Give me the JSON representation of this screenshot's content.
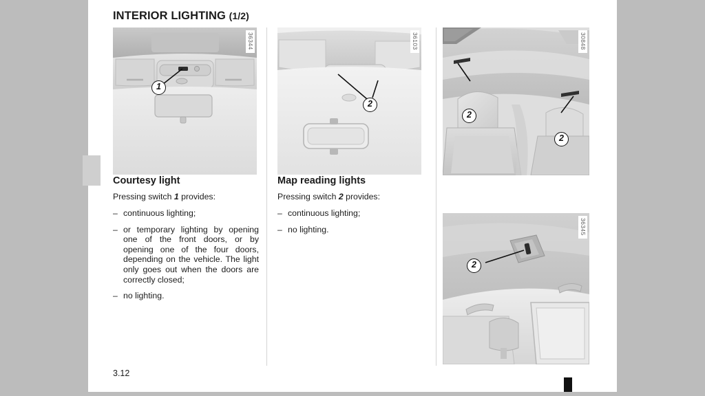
{
  "document": {
    "title_main": "INTERIOR LIGHTING",
    "title_part": "(1/2)",
    "page_number": "3.12"
  },
  "figures": [
    {
      "name": "overhead-console-courtesy-light",
      "code": "36344",
      "callouts": [
        "1"
      ],
      "caption_alt": "Overhead console with courtesy light switch 1"
    },
    {
      "name": "overhead-console-map-reading-lights",
      "code": "36103",
      "callouts": [
        "2",
        "2"
      ],
      "caption_alt": "Overhead console with map reading light switches 2 and rear view mirror"
    },
    {
      "name": "rear-cabin-reading-lights",
      "code": "30848",
      "callouts": [
        "2",
        "2"
      ],
      "caption_alt": "Rear cabin headlining with reading lights 2"
    },
    {
      "name": "rear-corner-reading-light",
      "code": "36345",
      "callouts": [
        "2"
      ],
      "caption_alt": "Rear corner headlining with reading light 2"
    }
  ],
  "sections": [
    {
      "heading": "Courtesy light",
      "lead_before": "Pressing switch ",
      "lead_emphasis": "1",
      "lead_after": " provides:",
      "items": [
        "continuous lighting;",
        "or temporary lighting by opening one of the front doors, or by opening one of the four doors, depending on the vehicle. The light only goes out when the doors are correctly closed;",
        "no lighting."
      ],
      "dash": "–"
    },
    {
      "heading": "Map reading lights",
      "lead_before": "Pressing switch ",
      "lead_emphasis": "2",
      "lead_after": " provides:",
      "items": [
        "continuous lighting;",
        "no lighting."
      ],
      "dash": "–"
    }
  ],
  "colors": {
    "viewer_background": "#bcbcbc",
    "page_background": "#ffffff",
    "text": "#1b1b1b",
    "column_rule": "#d3d3d3",
    "chapter_tab": "#cfcfcf",
    "edge_marker": "#111111"
  }
}
